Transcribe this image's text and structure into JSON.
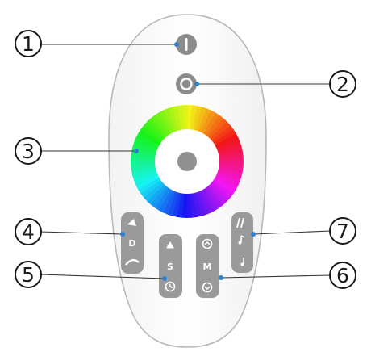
{
  "diagram": {
    "subject": "RGB LED touch remote control",
    "callouts": [
      {
        "number": "1",
        "target": "power-on button"
      },
      {
        "number": "2",
        "target": "power-off button"
      },
      {
        "number": "3",
        "target": "color touch wheel"
      },
      {
        "number": "4",
        "target": "dimming / brightness button group"
      },
      {
        "number": "5",
        "target": "saturation / speed button group"
      },
      {
        "number": "6",
        "target": "mode button group"
      },
      {
        "number": "7",
        "target": "music mode button group"
      }
    ],
    "button_groups": {
      "left_label": "D",
      "center_label": "S",
      "right_mid_label": "M"
    }
  }
}
